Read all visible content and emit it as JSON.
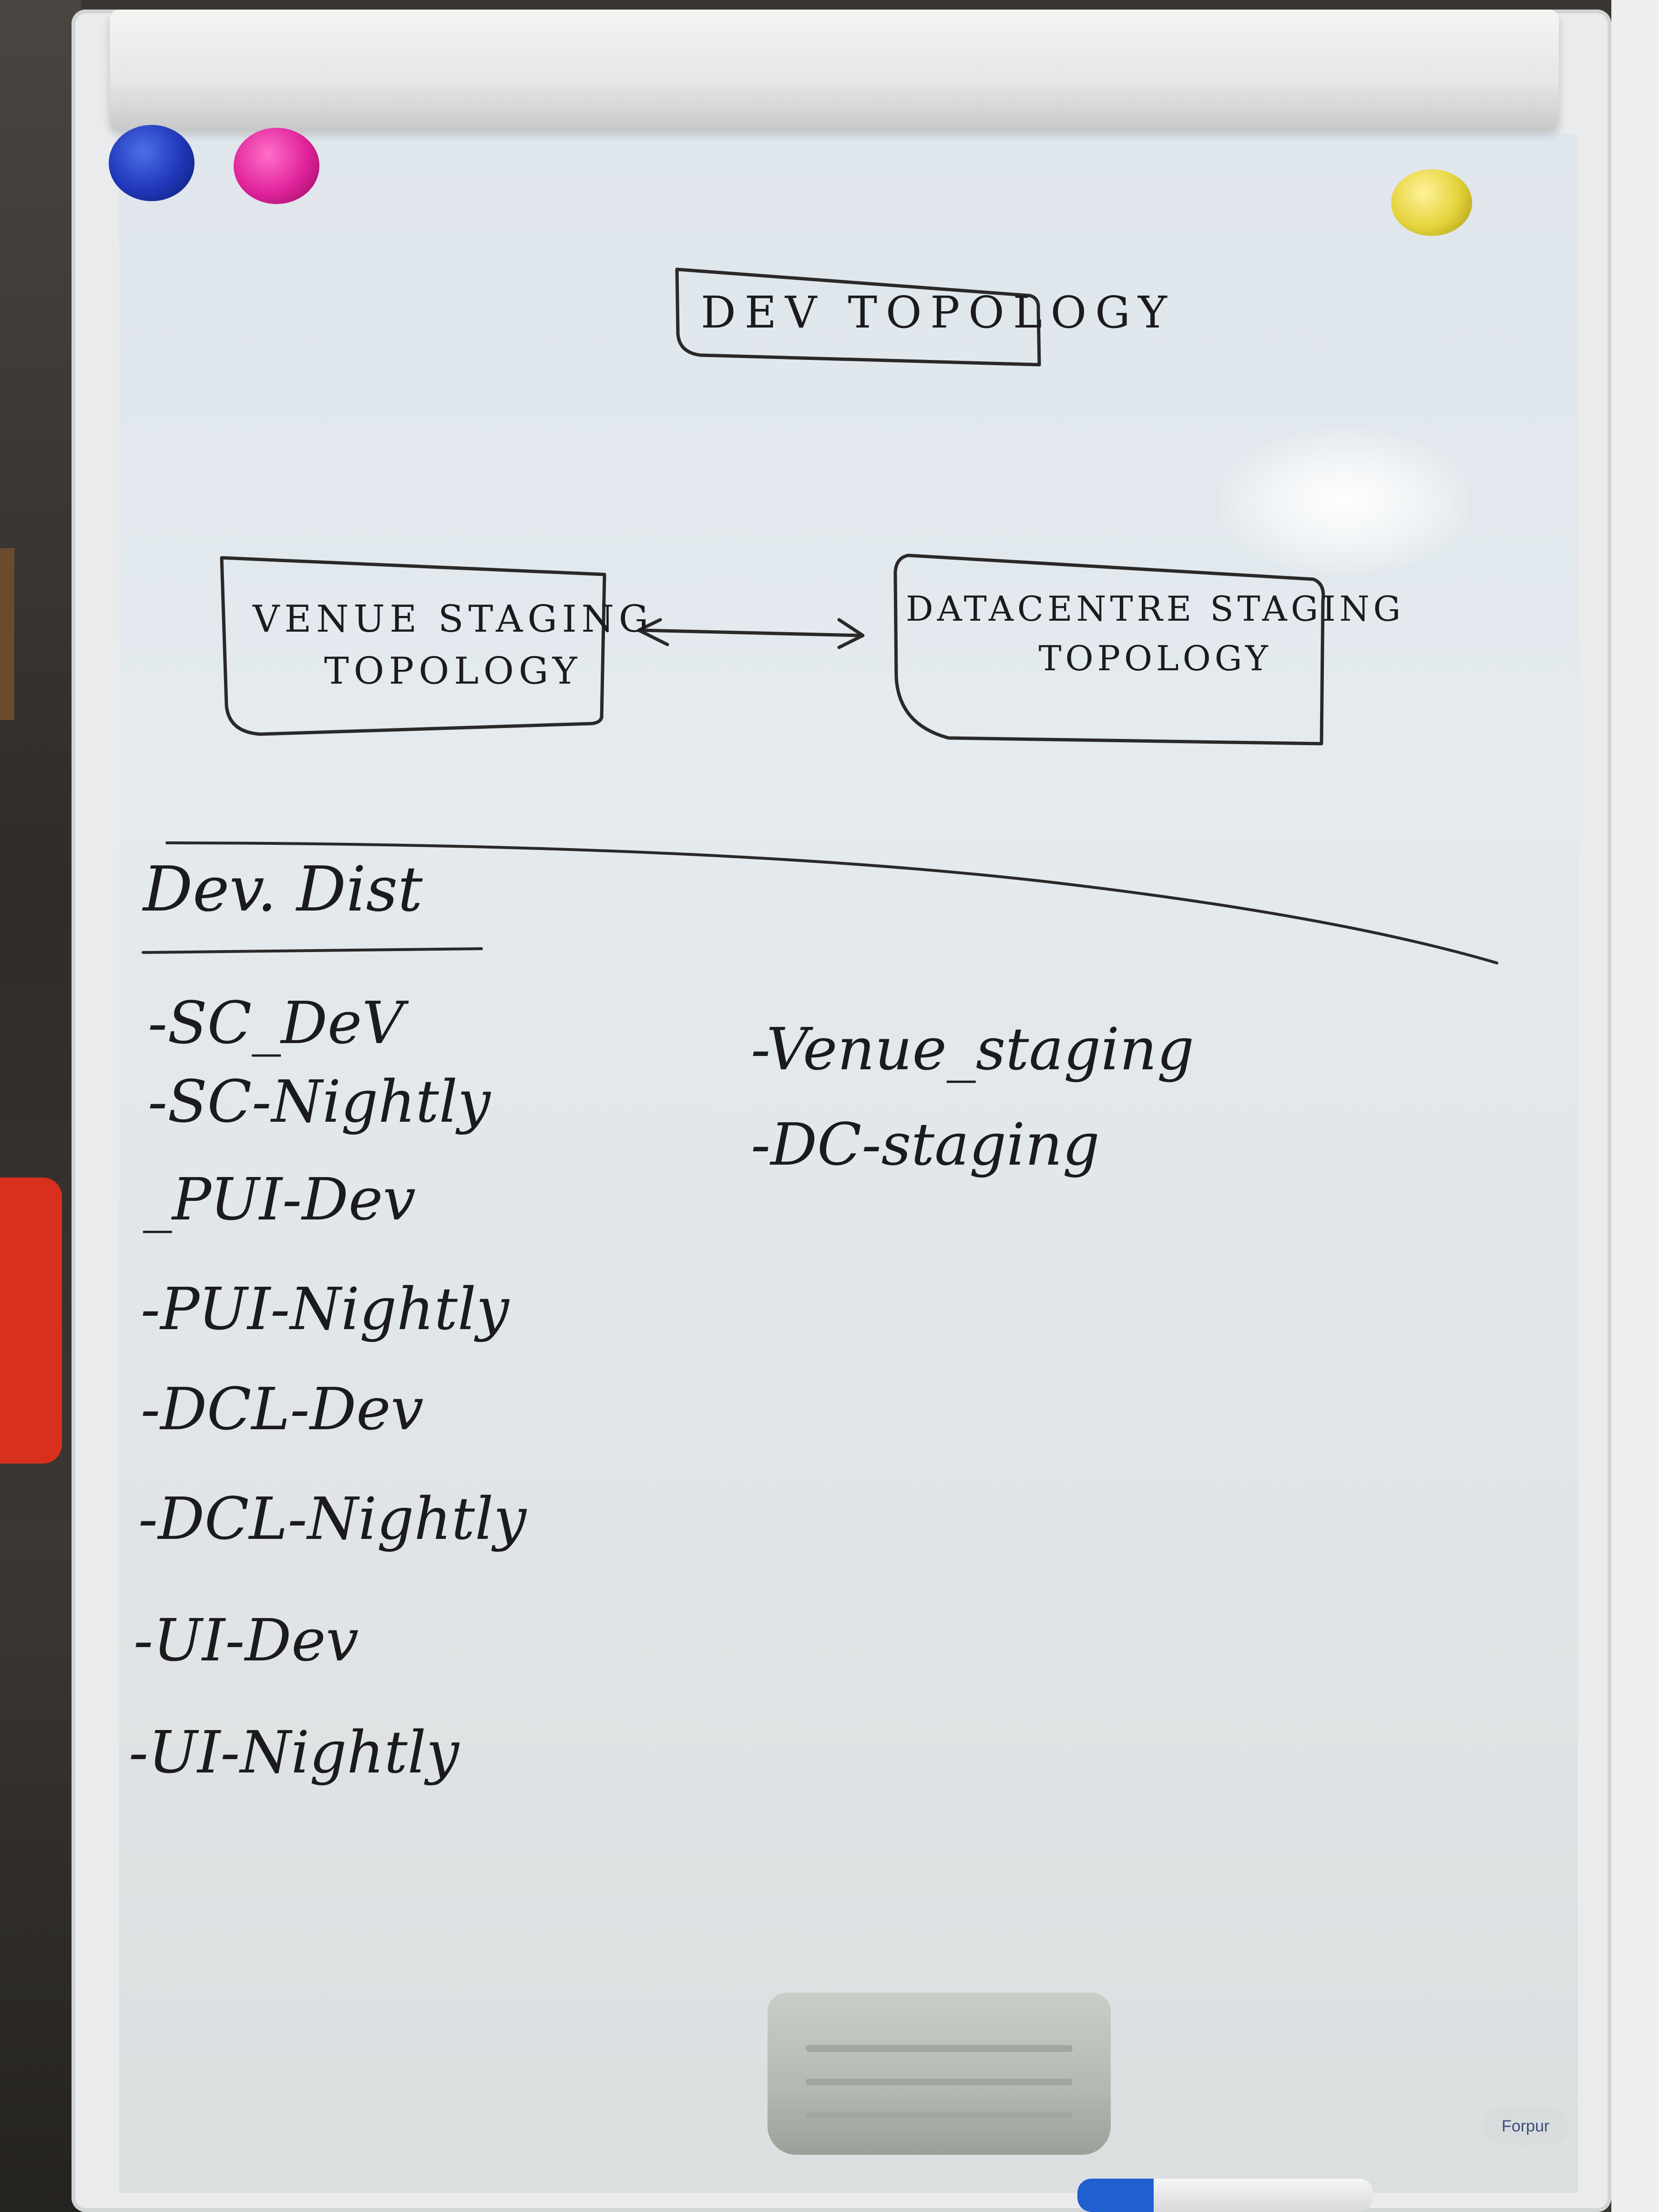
{
  "scene": {
    "colors": {
      "board": "#e2e8ec",
      "ink": "#1b1a1d",
      "frame": "#e9ebec",
      "magnet_blue": "#1f37b8",
      "magnet_pink": "#e0229b",
      "magnet_yellow": "#e4d23a"
    }
  },
  "whiteboard": {
    "title": "DEV TOPOLOGY",
    "boxes": {
      "venue": {
        "line1": "VENUE STAGING",
        "line2": "TOPOLOGY"
      },
      "datacentre": {
        "line1": "DATACENTRE STAGING",
        "line2": "TOPOLOGY"
      }
    },
    "section_heading": "Dev. Dist",
    "left_list": [
      "-SC_DeV",
      "-SC-Nightly",
      "_PUI-Dev",
      "-PUI-Nightly",
      "-DCL-Dev",
      "-DCL-Nightly",
      "-UI-Dev",
      "-UI-Nightly"
    ],
    "right_list": [
      "-Venue_staging",
      "-DC-staging"
    ],
    "brand_logo": "Forpur"
  }
}
